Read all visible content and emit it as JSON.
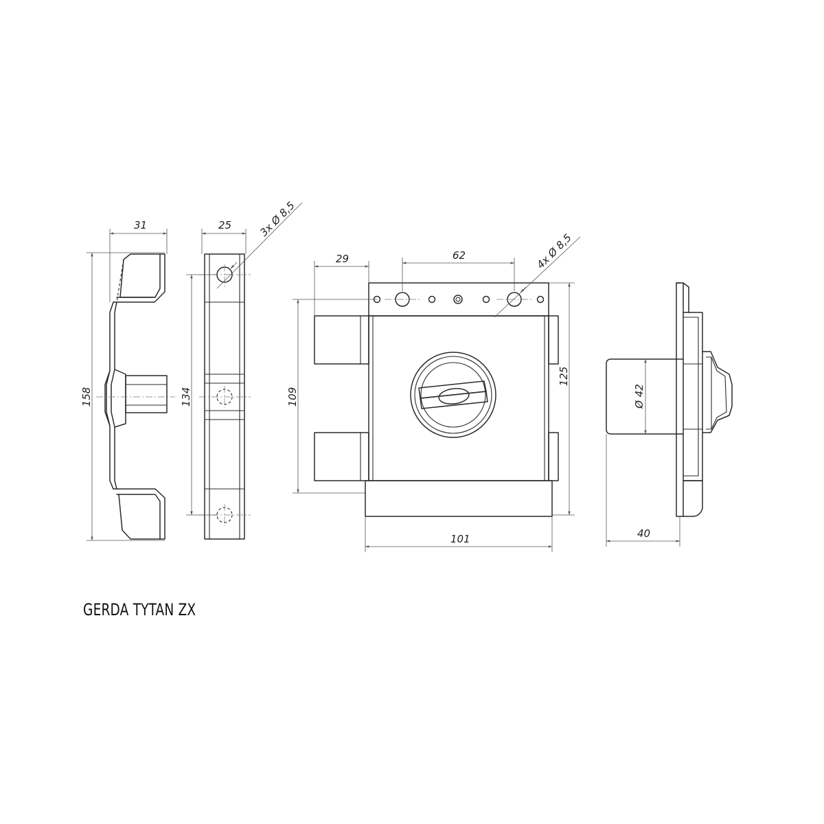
{
  "title": "GERDA TYTAN ZX",
  "dimensions": {
    "strike_width": "31",
    "strike_height": "158",
    "bar_width": "25",
    "bar_height": "134",
    "bar_holes": "3x  Ø 8,5",
    "body_offset": "29",
    "body_hole_spacing": "62",
    "body_holes": "4x  Ø 8,5",
    "body_bolt_span": "109",
    "body_height": "125",
    "body_width": "101",
    "cylinder_diameter": "Ø 42",
    "side_depth": "40"
  }
}
